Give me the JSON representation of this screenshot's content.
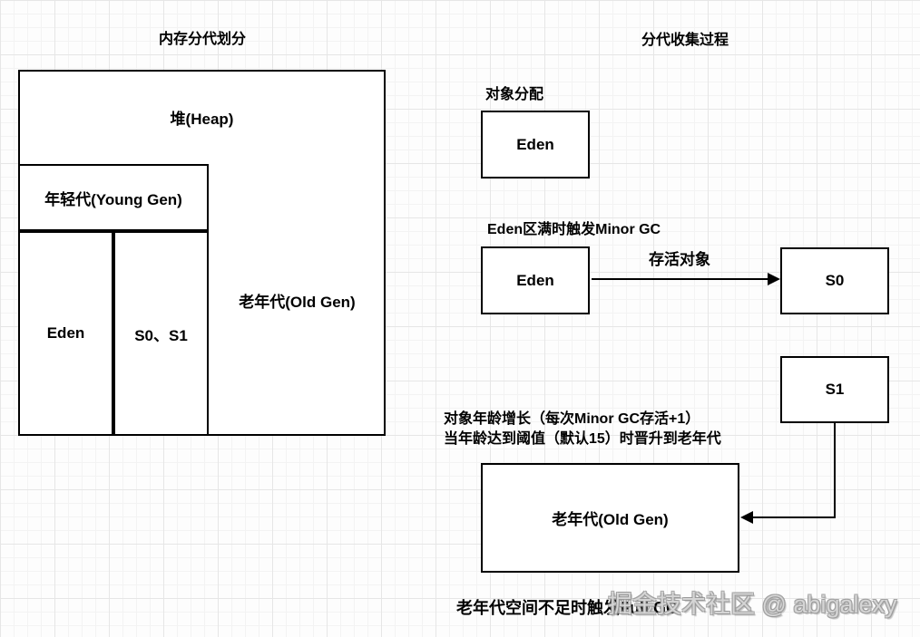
{
  "left_panel": {
    "title": "内存分代划分",
    "heap_label": "堆(Heap)",
    "young_gen_label": "年轻代(Young Gen)",
    "eden_label": "Eden",
    "survivor_label": "S0、S1",
    "old_gen_label": "老年代(Old Gen)"
  },
  "right_panel": {
    "title": "分代收集过程",
    "alloc_label": "对象分配",
    "eden_box1_label": "Eden",
    "minor_gc_label": "Eden区满时触发Minor GC",
    "eden_box2_label": "Eden",
    "survive_arrow_label": "存活对象",
    "s0_label": "S0",
    "s1_label": "S1",
    "age_note_line1": "对象年龄增长（每次Minor GC存活+1）",
    "age_note_line2": "当年龄达到阈值（默认15）时晋升到老年代",
    "old_gen_label": "老年代(Old Gen)",
    "full_gc_caption": "老年代空间不足时触发Full GC"
  },
  "watermark_text": "掘金技术社区 @ abigalexy",
  "colors": {
    "stroke": "#000000",
    "box_fill": "#ffffff",
    "grid_minor": "#f3f3f3",
    "grid_major": "#e6e6e6",
    "watermark_gray": "#969696"
  }
}
